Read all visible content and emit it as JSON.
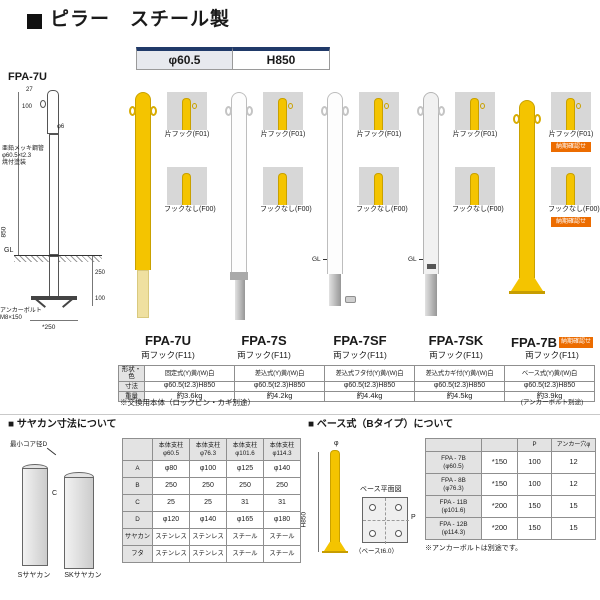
{
  "header": {
    "bullet": "■",
    "title": "ピラー　スチール製"
  },
  "banner": {
    "diameter": "φ60.5",
    "height": "H850"
  },
  "drawing": {
    "model": "FPA-7U",
    "dim_top": "27",
    "dim_upper": "100",
    "dim_height": "850",
    "hole": "φ6",
    "material": "亜鉛メッキ鋼管\nφ60.5×t2.3\n焼付塗装",
    "gl": "GL",
    "dim_embed": "250",
    "dim_footing": "100",
    "anchor": "アンカーボルト\nM8×150",
    "dim_base": "*250"
  },
  "thumbs": {
    "hook1": "片フック(F01)",
    "hook0": "フックなし(F00)"
  },
  "badge": "納期確認せ",
  "products": [
    {
      "name": "FPA-7U",
      "hook": "両フック(F11)",
      "shape": "固定式(Y)黄/(W)白",
      "size": "φ60.5(t2.3)H850",
      "weight": "約3.6kg"
    },
    {
      "name": "FPA-7S",
      "hook": "両フック(F11)",
      "shape": "差込式(Y)黄/(W)白",
      "size": "φ60.5(t2.3)H850",
      "weight": "約4.2kg"
    },
    {
      "name": "FPA-7SF",
      "hook": "両フック(F11)",
      "shape": "差込式フタ付(Y)黄/(W)白",
      "size": "φ60.5(t2.3)H850",
      "weight": "約4.4kg",
      "gl": "GL"
    },
    {
      "name": "FPA-7SK",
      "hook": "両フック(F11)",
      "shape": "差込式カギ付(Y)黄/(W)白",
      "size": "φ60.5(t2.3)H850",
      "weight": "約4.5kg",
      "gl": "GL"
    },
    {
      "name": "FPA-7B",
      "hook": "両フック(F11)",
      "shape": "ベース式(Y)黄/(W)白",
      "size": "φ60.5(t2.3)H850",
      "weight": "約3.9kg",
      "note": "(アンカーボルト別途)"
    }
  ],
  "spec_labels": {
    "shape": "形状・色",
    "size": "寸法",
    "weight": "重量"
  },
  "exchange_note": "※交換用本体（ロックピン・カギ別途）",
  "sayakan": {
    "title": "■ サヤカン寸法について",
    "min_core": "最小コア径D",
    "c_label": "C",
    "label_s": "Sサヤカン",
    "label_sk": "SKサヤカン",
    "headers": [
      "本体支柱\nφ60.5",
      "本体支柱\nφ76.3",
      "本体支柱\nφ101.6",
      "本体支柱\nφ114.3"
    ],
    "rows": [
      {
        "label": "A",
        "v0": "φ80",
        "v1": "φ100",
        "v2": "φ125",
        "v3": "φ140"
      },
      {
        "label": "B",
        "v0": "250",
        "v1": "250",
        "v2": "250",
        "v3": "250"
      },
      {
        "label": "C",
        "v0": "25",
        "v1": "25",
        "v2": "31",
        "v3": "31"
      },
      {
        "label": "D",
        "v0": "φ120",
        "v1": "φ140",
        "v2": "φ165",
        "v3": "φ180"
      },
      {
        "label": "サヤカン",
        "v0": "ステンレス",
        "v1": "ステンレス",
        "v2": "スチール",
        "v3": "スチール"
      },
      {
        "label": "フタ",
        "v0": "ステンレス",
        "v1": "ステンレス",
        "v2": "スチール",
        "v3": "スチール"
      }
    ]
  },
  "base": {
    "title": "■ ベース式（Bタイプ）について",
    "phi": "φ",
    "h": "H850",
    "plan": "ベース平面図",
    "plate": "（ベースt6.0）",
    "p": "P",
    "headers": {
      "p": "P",
      "hole": "アンカー穴φ"
    },
    "rows": [
      {
        "name": "FPA - 7B\n(φ60.5)",
        "dim": "*150",
        "p": "100",
        "hole": "12"
      },
      {
        "name": "FPA - 8B\n(φ76.3)",
        "dim": "*150",
        "p": "100",
        "hole": "12"
      },
      {
        "name": "FPA - 11B\n(φ101.6)",
        "dim": "*200",
        "p": "150",
        "hole": "15"
      },
      {
        "name": "FPA - 12B\n(φ114.3)",
        "dim": "*200",
        "p": "150",
        "hole": "15"
      }
    ],
    "note": "※アンカーボルトは別途です。"
  }
}
